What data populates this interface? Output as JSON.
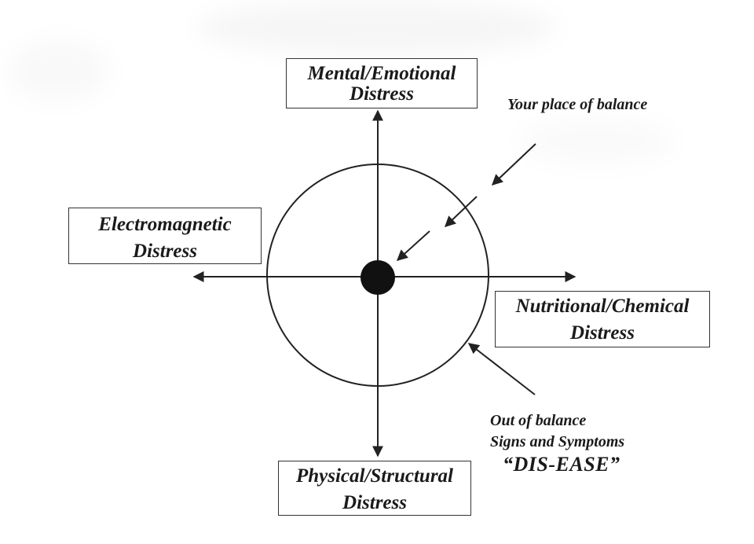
{
  "axes": {
    "top": {
      "line1": "Mental/Emotional",
      "line2": "Distress"
    },
    "left": {
      "line1": "Electromagnetic",
      "line2": "Distress"
    },
    "right": {
      "line1": "Nutritional/Chemical",
      "line2": "Distress"
    },
    "bottom": {
      "line1": "Physical/Structural",
      "line2": "Distress"
    }
  },
  "annotations": {
    "balance": "Your place of balance",
    "out_of_balance": "Out of balance",
    "signs_symptoms": "Signs and Symptoms",
    "disease": "“DIS-EASE”"
  },
  "colors": {
    "line": "#222222",
    "dot": "#111111",
    "text": "#1a1a1a"
  }
}
